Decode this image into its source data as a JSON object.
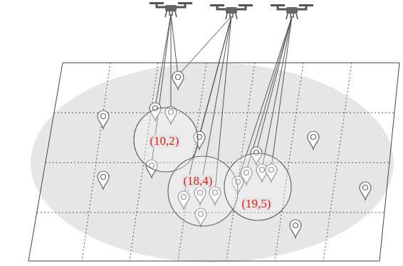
{
  "diagram": {
    "nodes": [
      {
        "text": [
          "(10,2)"
        ]
      },
      {
        "text": [
          "(18,4)"
        ]
      },
      {
        "text": [
          "(19,5)"
        ]
      }
    ]
  }
}
